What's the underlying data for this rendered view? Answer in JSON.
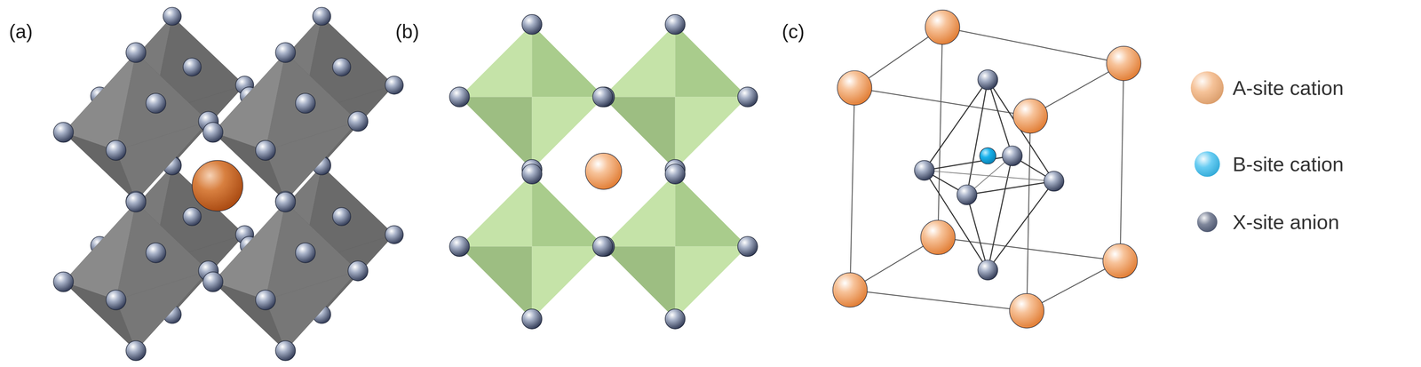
{
  "diagram": {
    "labels": [
      "(a)",
      "(b)",
      "(c)"
    ],
    "legend": [
      {
        "text": "A-site cation",
        "color": "#f0a262"
      },
      {
        "text": "B-site cation",
        "color": "#19b2ec"
      },
      {
        "text": "X-site anion",
        "color": "#3b4766"
      }
    ]
  }
}
